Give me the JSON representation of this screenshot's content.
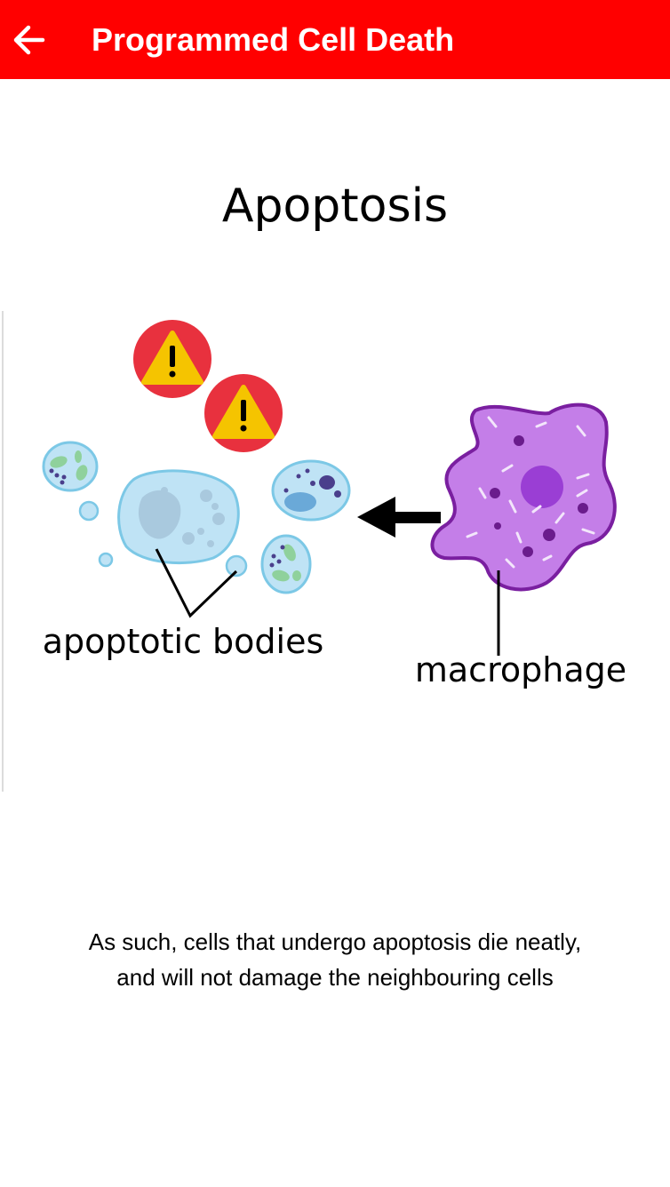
{
  "appbar": {
    "title": "Programmed Cell Death",
    "back_icon": "arrow-left-icon",
    "color": "#ff0000"
  },
  "screen": {
    "title": "Apoptosis"
  },
  "diagram": {
    "label_apoptotic_bodies": "apoptotic bodies",
    "label_macrophage": "macrophage",
    "warning_icon": "warning-icon",
    "arrow_icon": "arrow-left-icon",
    "colors": {
      "warning_circle": "#e8313e",
      "warning_triangle": "#f5c400",
      "cell_fill": "#bfe3f5",
      "cell_outline": "#7cc8e6",
      "macrophage_fill": "#c47ee8",
      "macrophage_outline": "#7a1fa0"
    }
  },
  "caption": {
    "line1": "As such, cells that undergo apoptosis die neatly,",
    "line2": "and will not damage the neighbouring cells"
  }
}
